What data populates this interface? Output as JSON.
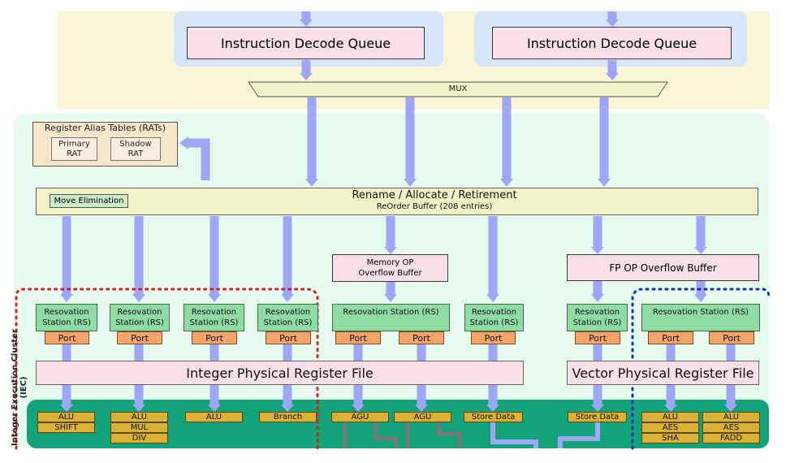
{
  "frontend": {
    "decode_queue_left": "Instruction Decode Queue",
    "decode_queue_right": "Instruction Decode Queue",
    "mux": "MUX"
  },
  "rat": {
    "title": "Register Alias Tables (RATs)",
    "primary": "Primary RAT",
    "shadow": "Shadow RAT"
  },
  "rename": {
    "title": "Rename / Allocate / Retirement",
    "subtitle": "ReOrder Buffer (208 entries)",
    "move_elimination": "Move Elimination"
  },
  "buffers": {
    "memory_overflow": "Memory OP Overflow Buffer",
    "fp_overflow": "FP OP Overflow Buffer"
  },
  "rs_label": "Resovation Station (RS)",
  "port_label": "Port",
  "register_files": {
    "integer": "Integer Physical Register File",
    "vector": "Vector Physical Register File"
  },
  "cluster_label": "Integer Execution Cluster (IEC)",
  "units": {
    "u1_a": "ALU",
    "u1_b": "SHIFT",
    "u2_a": "ALU",
    "u2_b": "MUL",
    "u2_c": "DIV",
    "u3_a": "ALU",
    "u4_a": "Branch",
    "u5_a": "AGU",
    "u6_a": "AGU",
    "u7_a": "Store Data",
    "u8_a": "Store Data",
    "u9_a": "ALU",
    "u9_b": "AES",
    "u9_c": "SHA",
    "u10_a": "ALU",
    "u10_b": "AES",
    "u10_c": "FADD"
  },
  "colors": {
    "arrow": "#9ea6f5",
    "rs_fill": "#8fdba4",
    "port_fill": "#f5a46a",
    "exec_band": "#13a37a",
    "unit_fill": "#dbb233",
    "iec_border": "#d02020",
    "vec_border": "#1030c0"
  }
}
